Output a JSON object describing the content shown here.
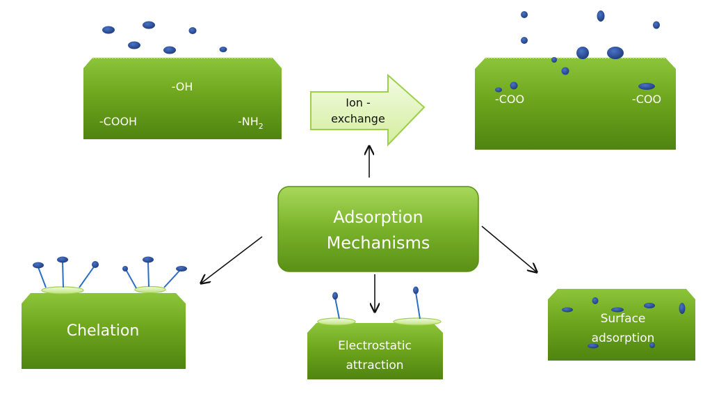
{
  "diagram": {
    "center_box": {
      "line1": "Adsorption",
      "line2": "Mechanisms"
    },
    "ion_exchange_arrow": {
      "line1": "Ion -",
      "line2": "exchange"
    },
    "top_left_block": {
      "group_oh": "-OH",
      "group_cooh": "-COOH",
      "group_nh2_base": "-NH",
      "group_nh2_sub": "2"
    },
    "top_right_block": {
      "group_coo_left": "-COO",
      "group_coo_right": "-COO"
    },
    "chelation_block": {
      "label": "Chelation"
    },
    "electrostatic_block": {
      "line1": "Electrostatic",
      "line2": "attraction"
    },
    "surface_block": {
      "line1": "Surface",
      "line2": "adsorption"
    },
    "colors": {
      "green_dark": "#5a8f10",
      "green_light": "#b7e05a",
      "ion_blue": "#2b4f9a",
      "arrow_fill_light": "#e8f6c9",
      "arrow_stroke": "#9ccf4a",
      "outline": "#111111"
    }
  }
}
